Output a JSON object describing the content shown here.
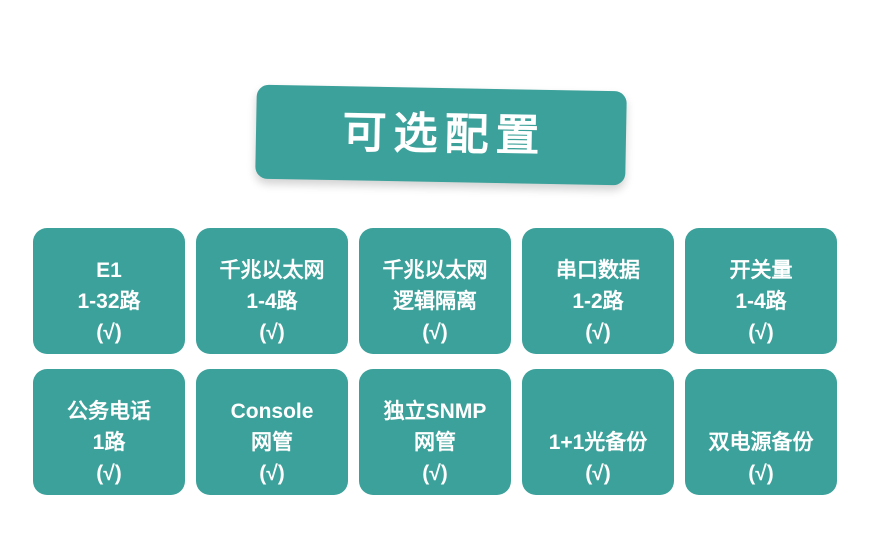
{
  "theme": {
    "background": "#ffffff",
    "accent": "#3ba19a",
    "text_on_accent": "#ffffff"
  },
  "banner": {
    "title": "可选配置"
  },
  "grid": {
    "check_mark": "(√)",
    "rows": [
      {
        "cards": [
          {
            "lines": [
              "E1",
              "1-32路"
            ],
            "check": "(√)"
          },
          {
            "lines": [
              "千兆以太网",
              "1-4路"
            ],
            "check": "(√)"
          },
          {
            "lines": [
              "千兆以太网",
              "逻辑隔离"
            ],
            "check": "(√)"
          },
          {
            "lines": [
              "串口数据",
              "1-2路"
            ],
            "check": "(√)"
          },
          {
            "lines": [
              "开关量",
              "1-4路"
            ],
            "check": "(√)"
          }
        ]
      },
      {
        "cards": [
          {
            "lines": [
              "公务电话",
              "1路"
            ],
            "check": "(√)"
          },
          {
            "lines": [
              "Console",
              "网管"
            ],
            "check": "(√)"
          },
          {
            "lines": [
              "独立SNMP",
              "网管"
            ],
            "check": "(√)"
          },
          {
            "lines": [
              "1+1光备份"
            ],
            "check": "(√)"
          },
          {
            "lines": [
              "双电源备份"
            ],
            "check": "(√)"
          }
        ]
      }
    ]
  }
}
